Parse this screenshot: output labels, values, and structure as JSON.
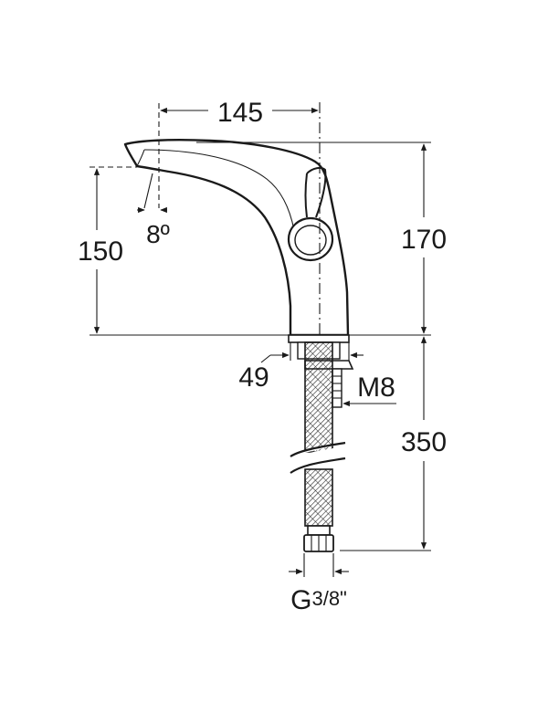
{
  "drawing": {
    "dimensions": {
      "spout_reach": "145",
      "spout_height": "150",
      "total_height": "170",
      "spout_angle": "8º",
      "base_diameter": "49",
      "thread": "M8",
      "hose_length": "350",
      "connection_prefix": "G",
      "connection_fraction": "3/8\""
    }
  }
}
